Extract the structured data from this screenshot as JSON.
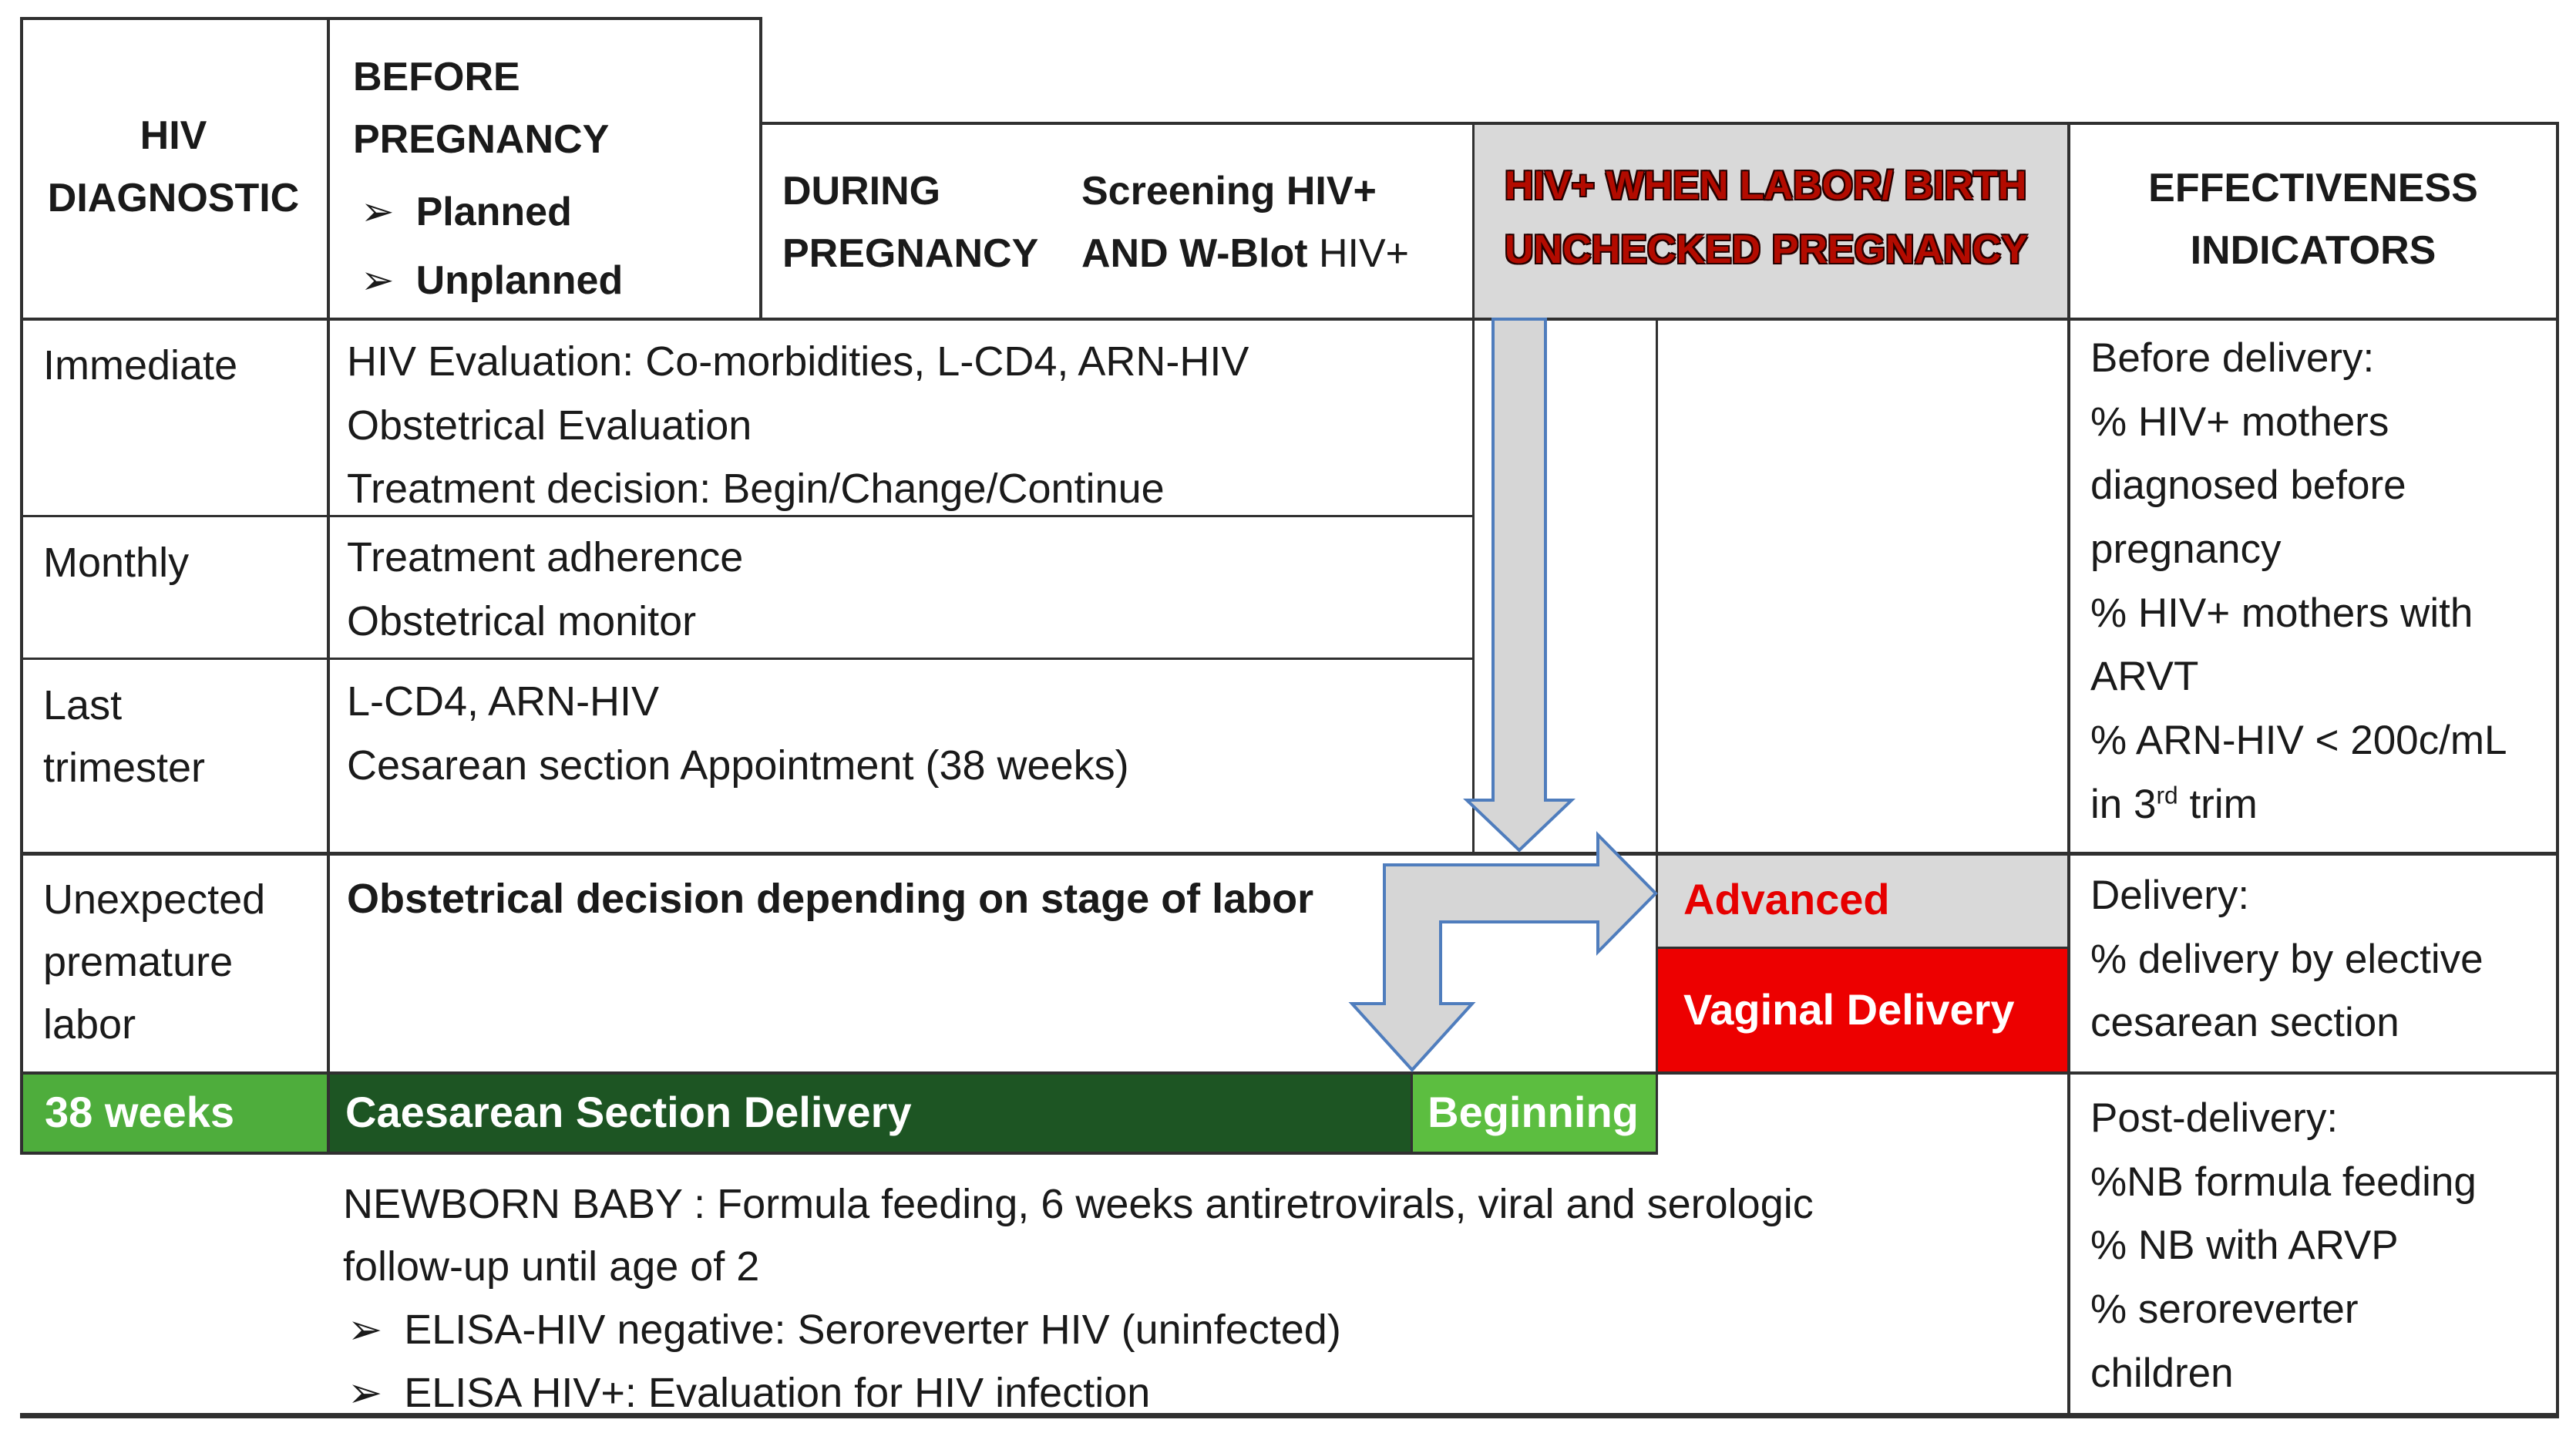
{
  "colors": {
    "border_dark": "#303030",
    "gray_fill": "#d9d9d9",
    "arrow_fill": "#d6d6d6",
    "arrow_stroke": "#4f7dbd",
    "maroon": "#b30b00",
    "red_text": "#e60000",
    "red_fill": "#ed0000",
    "green_mid": "#4ead3c",
    "green_dark": "#1d5523",
    "green_light": "#5cbe40"
  },
  "header": {
    "col1": "HIV DIAGNOSTIC",
    "col2": {
      "title": "BEFORE PREGNANCY",
      "bullet_icon": "➢",
      "bullets": [
        "Planned",
        "Unplanned"
      ]
    },
    "col3": {
      "left": "DURING PREGNANCY",
      "right_line1": "Screening HIV+",
      "right_line2_bold": "AND W-Blot",
      "right_line2_regular": " HIV+"
    },
    "col4": "HIV+ WHEN LABOR/ BIRTH UNCHECKED PREGNANCY",
    "col5": "EFFECTIVENESS INDICATORS"
  },
  "rows": [
    {
      "label": "Immediate",
      "content": [
        "HIV Evaluation: Co-morbidities, L-CD4, ARN-HIV",
        "Obstetrical Evaluation",
        "Treatment decision: Begin/Change/Continue"
      ]
    },
    {
      "label": "Monthly",
      "content": [
        "Treatment adherence",
        "Obstetrical monitor"
      ]
    },
    {
      "label": "Last trimester",
      "content": [
        "L-CD4, ARN-HIV",
        "Cesarean section Appointment (38 weeks)"
      ]
    },
    {
      "label": "Unexpected premature labor",
      "content_bold": "Obstetrical decision depending on stage of labor"
    }
  ],
  "labor_column": {
    "advanced": "Advanced",
    "vaginal": "Vaginal Delivery"
  },
  "delivery_row": {
    "weeks": "38 weeks",
    "cesarean": "Caesarean Section Delivery",
    "beginning": "Beginning"
  },
  "indicators": {
    "before": {
      "title": "Before delivery:",
      "lines": [
        "% HIV+ mothers",
        "diagnosed before",
        "pregnancy",
        "% HIV+ mothers with",
        "ARVT",
        "% ARN-HIV < 200c/mL"
      ],
      "sup_line": {
        "pre": "in 3",
        "sup": "rd",
        "post": " trim"
      }
    },
    "delivery": {
      "title": "Delivery:",
      "lines": [
        "% delivery by elective",
        "cesarean section"
      ]
    },
    "post": {
      "title": "Post-delivery:",
      "lines": [
        "%NB formula feeding",
        "% NB with ARVP",
        "% seroreverter",
        "children"
      ]
    }
  },
  "newborn": {
    "line1": "NEWBORN BABY : Formula feeding, 6 weeks antiretrovirals, viral and serologic",
    "line2": "follow-up until age of 2",
    "bullet_icon": "➢",
    "bullets": [
      "ELISA-HIV negative: Seroreverter HIV (uninfected)",
      "ELISA HIV+: Evaluation for HIV infection"
    ]
  }
}
